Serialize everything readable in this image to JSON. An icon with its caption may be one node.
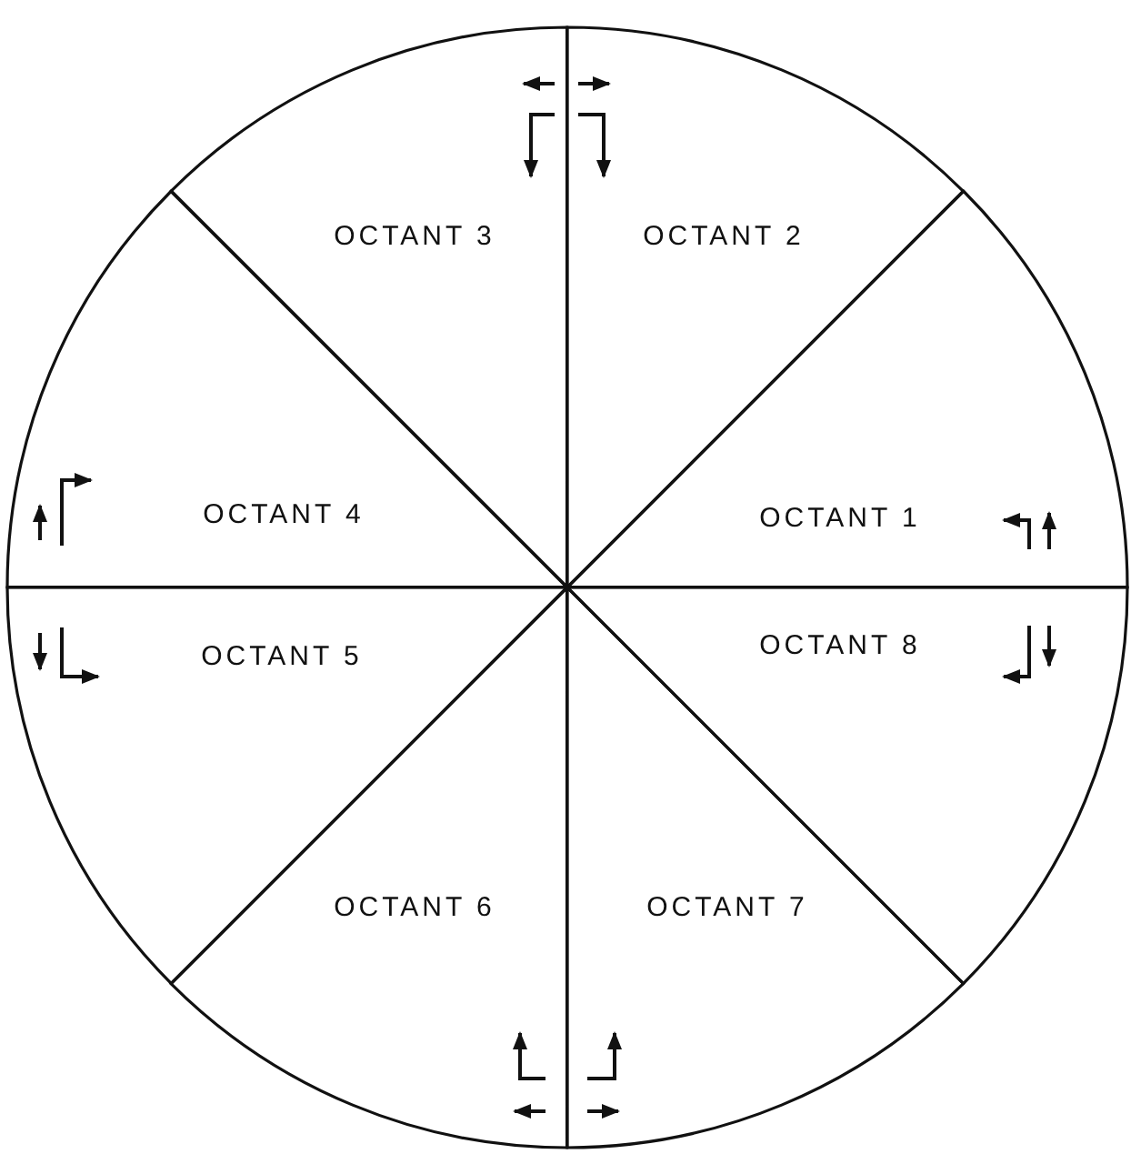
{
  "diagram": {
    "nodes": [
      {
        "text": [
          "OCTANT 1"
        ]
      },
      {
        "text": [
          "OCTANT 2"
        ]
      },
      {
        "text": [
          "OCTANT 3"
        ]
      },
      {
        "text": [
          "OCTANT 4"
        ]
      },
      {
        "text": [
          "OCTANT 5"
        ]
      },
      {
        "text": [
          "OCTANT 6"
        ]
      },
      {
        "text": [
          "OCTANT 7"
        ]
      },
      {
        "text": [
          "OCTANT 8"
        ]
      }
    ]
  }
}
